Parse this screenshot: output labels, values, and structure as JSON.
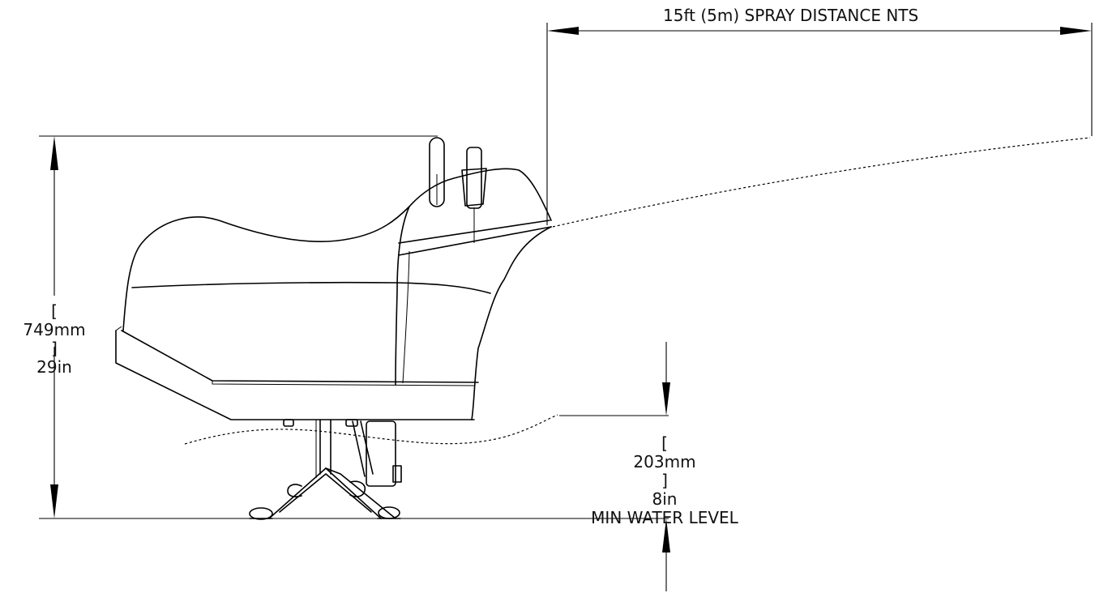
{
  "dimensions": {
    "spray_distance": {
      "text": "15ft (5m) SPRAY DISTANCE NTS"
    },
    "height": {
      "metric": "749mm",
      "imperial": "29in"
    },
    "water_level": {
      "metric": "203mm",
      "imperial": "8in",
      "caption": "MIN WATER LEVEL"
    }
  }
}
